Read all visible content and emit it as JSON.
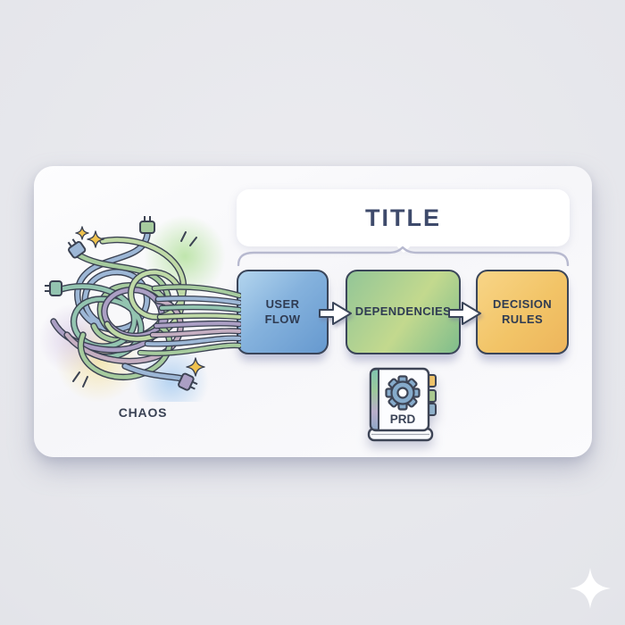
{
  "diagram": {
    "title": "TITLE",
    "chaos": {
      "label": "CHAOS",
      "icon": "tangled-wires-icon"
    },
    "flow_steps": [
      {
        "label": "USER FLOW",
        "color": "#6e9fd2"
      },
      {
        "label": "DEPENDENCIES",
        "color": "#8ec487"
      },
      {
        "label": "DECISION RULES",
        "color": "#f2c467"
      }
    ],
    "arrow_icon": "right-block-arrow-icon",
    "book": {
      "label": "PRD",
      "icon": "gear-icon",
      "tab_colors": [
        "#eec269",
        "#a9c88f",
        "#8fb0c9"
      ]
    },
    "colors": {
      "outline": "#3a4559",
      "text": "#2f3b52",
      "brace": "#b7b9cf",
      "card_bg": "#fcfcfe",
      "page_bg": "#e3e4e9",
      "wire_blue": "#9db7d6",
      "wire_green": "#a6cb9e",
      "wire_light_green": "#bfd9a6",
      "wire_teal": "#93c4b0",
      "wire_purple": "#ab9fc4",
      "wire_pink": "#c4aec1",
      "sparkle_gold": "#f0c24e"
    }
  }
}
